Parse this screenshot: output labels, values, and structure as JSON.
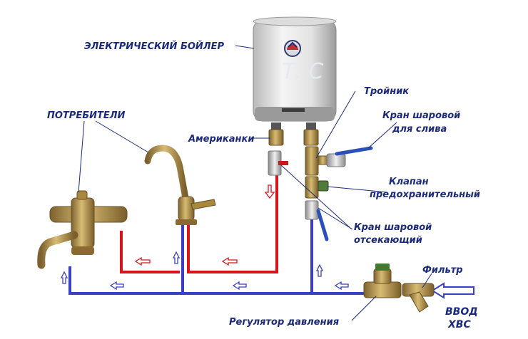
{
  "labels": {
    "boiler": "ЭЛЕКТРИЧЕСКИЙ БОЙЛЕР",
    "consumers": "ПОТРЕБИТЕЛИ",
    "tee": "Тройник",
    "drain_valve_line1": "Кран шаровой",
    "drain_valve_line2": "для слива",
    "americans": "Американки",
    "safety_valve_line1": "Клапан",
    "safety_valve_line2": "предохранительный",
    "shutoff_valve_line1": "Кран шаровой",
    "shutoff_valve_line2": "отсекающий",
    "filter": "Фильтр",
    "pressure_regulator": "Регулятор давления",
    "inlet_line1": "ВВОД",
    "inlet_line2": "ХВС"
  },
  "colors": {
    "hot_pipe": "#d8141c",
    "cold_pipe": "#3b3fc4",
    "label_text": "#1b2a7a",
    "brass": "#b8964a"
  }
}
